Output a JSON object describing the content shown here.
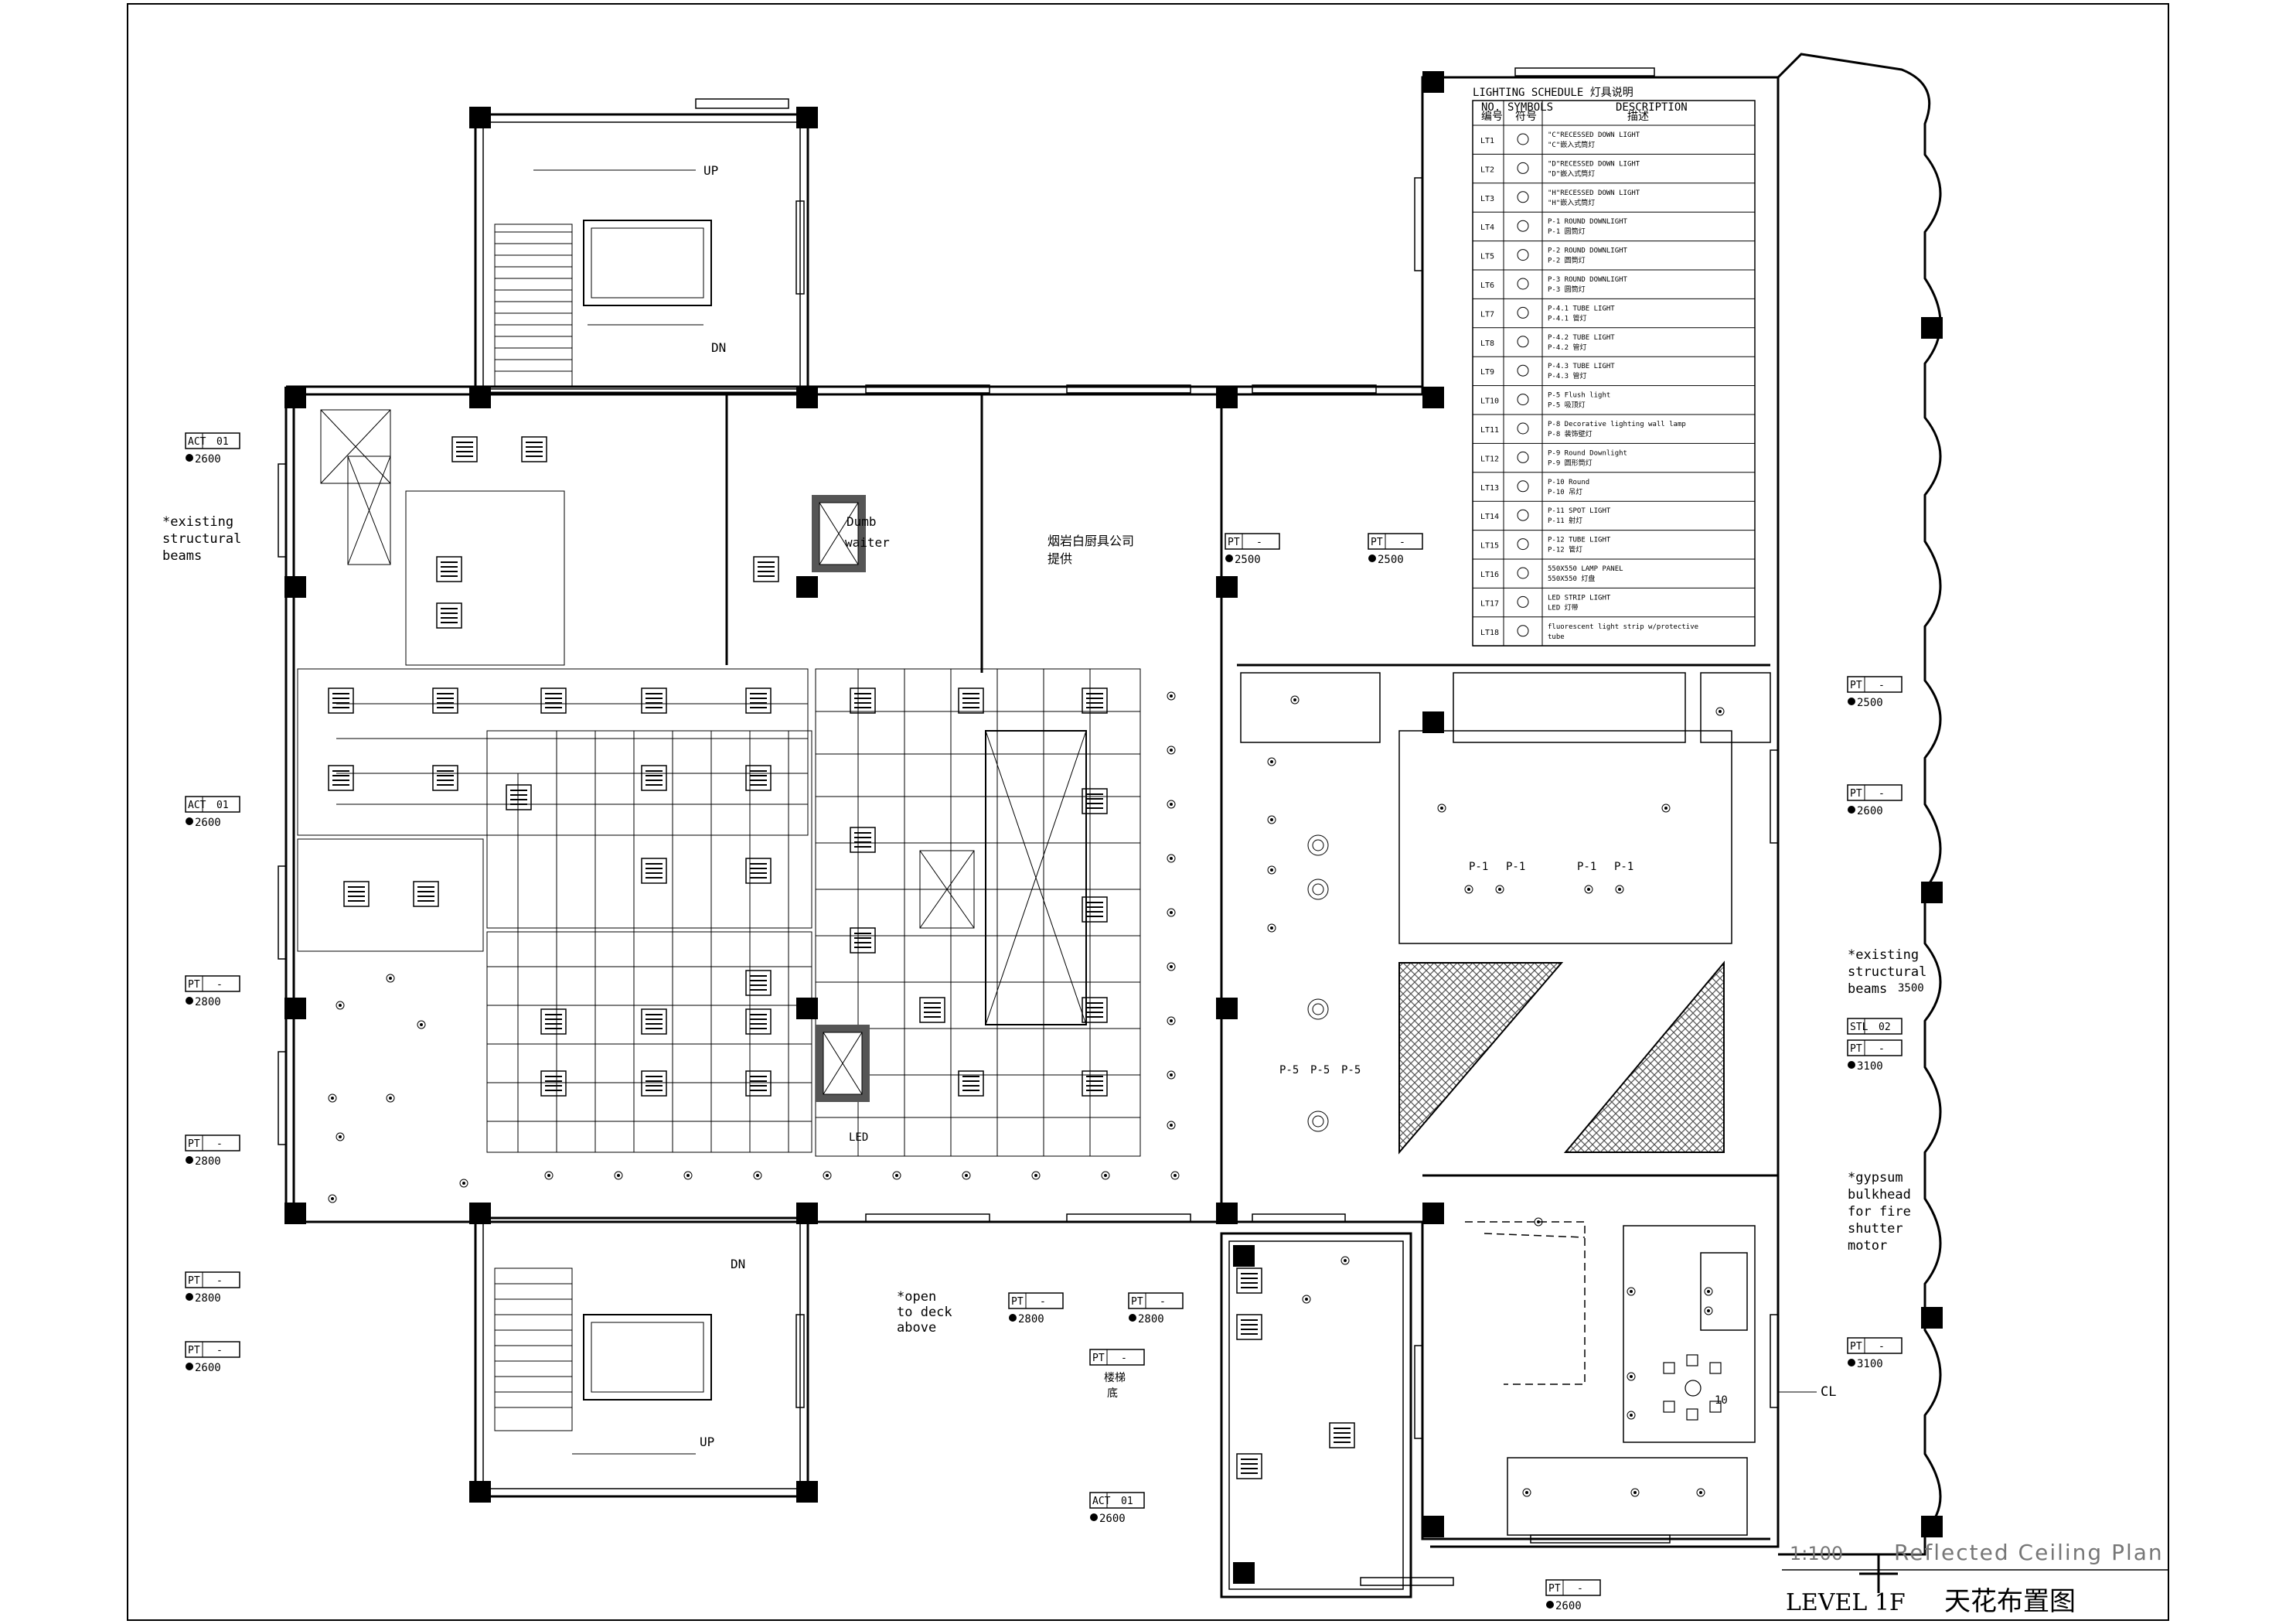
{
  "drawing": {
    "title_scale": "1:100",
    "title_en": "Reflected Ceiling Plan",
    "level": "LEVEL 1F",
    "title_cn": "天花布置图"
  },
  "stairs": {
    "up_top": "UP",
    "dn_top": "DN",
    "up_bottom": "UP",
    "dn_bottom": "DN"
  },
  "dumbwaiter": {
    "line1": "Dumb",
    "line2": "waiter"
  },
  "kitchen_note": {
    "line1": "烟岩白厨具公司",
    "line2": "提供"
  },
  "notes": {
    "beams_left": [
      "*existing",
      "structural",
      "beams"
    ],
    "beams_right": [
      "*existing",
      "structural",
      "beams"
    ],
    "deck": [
      "*open",
      "to deck",
      "above"
    ],
    "gypsum": [
      "*gypsum",
      "bulkhead",
      "for fire",
      "shutter",
      "motor"
    ],
    "cl": "CL",
    "stair_tag": [
      "楼梯",
      "底"
    ]
  },
  "tags": [
    {
      "code": "ACT",
      "num": "01",
      "height": "2600"
    },
    {
      "code": "ACT",
      "num": "01",
      "height": "2600"
    },
    {
      "code": "PT",
      "num": "-",
      "height": "2800"
    },
    {
      "code": "PT",
      "num": "-",
      "height": "2800"
    },
    {
      "code": "PT",
      "num": "-",
      "height": "2800"
    },
    {
      "code": "PT",
      "num": "-",
      "height": "2600"
    },
    {
      "code": "PT",
      "num": "-",
      "height": "2500"
    },
    {
      "code": "PT",
      "num": "-",
      "height": "2500"
    },
    {
      "code": "PT",
      "num": "-",
      "height": "2500"
    },
    {
      "code": "PT",
      "num": "-",
      "height": "2600"
    },
    {
      "code": "STL",
      "num": "02",
      "height": ""
    },
    {
      "code": "PT",
      "num": "-",
      "height": "3100"
    },
    {
      "code": "PT",
      "num": "-",
      "height": "2800"
    },
    {
      "code": "PT",
      "num": "-",
      "height": "2800"
    },
    {
      "code": "PT",
      "num": "-",
      "height": ""
    },
    {
      "code": "ACT",
      "num": "01",
      "height": "2600"
    },
    {
      "code": "PT",
      "num": "-",
      "height": "3100"
    },
    {
      "code": "PT",
      "num": "-",
      "height": "2600"
    }
  ],
  "heights_extra": {
    "right_3500": "3500"
  },
  "legend": {
    "title": "LIGHTING SCHEDULE 灯具说明",
    "head_no": "NO.",
    "head_no_cn": "编号",
    "head_symbols": "SYMBOLS",
    "head_symbols_cn": "符号",
    "head_desc": "DESCRIPTION",
    "head_desc_cn": "描述",
    "rows": [
      {
        "no": "LT1",
        "d1": "\"C\"RECESSED DOWN LIGHT",
        "d2": "\"C\"嵌入式筒灯"
      },
      {
        "no": "LT2",
        "d1": "\"D\"RECESSED DOWN LIGHT",
        "d2": "\"D\"嵌入式筒灯"
      },
      {
        "no": "LT3",
        "d1": "\"H\"RECESSED DOWN LIGHT",
        "d2": "\"H\"嵌入式筒灯"
      },
      {
        "no": "LT4",
        "d1": "P-1 ROUND DOWNLIGHT",
        "d2": "P-1 圆筒灯"
      },
      {
        "no": "LT5",
        "d1": "P-2 ROUND DOWNLIGHT",
        "d2": "P-2 圆筒灯"
      },
      {
        "no": "LT6",
        "d1": "P-3 ROUND DOWNLIGHT",
        "d2": "P-3 圆筒灯"
      },
      {
        "no": "LT7",
        "d1": "P-4.1 TUBE LIGHT",
        "d2": "P-4.1 管灯"
      },
      {
        "no": "LT8",
        "d1": "P-4.2 TUBE LIGHT",
        "d2": "P-4.2 管灯"
      },
      {
        "no": "LT9",
        "d1": "P-4.3 TUBE LIGHT",
        "d2": "P-4.3 管灯"
      },
      {
        "no": "LT10",
        "d1": "P-5 Flush light",
        "d2": "P-5 吸顶灯"
      },
      {
        "no": "LT11",
        "d1": "P-8 Decorative lighting wall lamp",
        "d2": "P-8 装饰壁灯"
      },
      {
        "no": "LT12",
        "d1": "P-9 Round Downlight",
        "d2": "P-9 圆形筒灯"
      },
      {
        "no": "LT13",
        "d1": "P-10 Round",
        "d2": "P-10 吊灯"
      },
      {
        "no": "LT14",
        "d1": "P-11 SPOT LIGHT",
        "d2": "P-11 射灯"
      },
      {
        "no": "LT15",
        "d1": "P-12 TUBE LIGHT",
        "d2": "P-12 管灯"
      },
      {
        "no": "LT16",
        "d1": "550X550 LAMP PANEL",
        "d2": "550X550 灯盘"
      },
      {
        "no": "LT17",
        "d1": "LED STRIP LIGHT",
        "d2": "LED 灯带"
      },
      {
        "no": "LT18",
        "d1": "fluorescent light strip w/protective",
        "d2": "tube"
      }
    ]
  },
  "fixture_labels": {
    "p5": "P-5",
    "p1": "P-1",
    "p10": "10",
    "led": "LED"
  },
  "colors": {
    "ink": "#000000",
    "paper": "#ffffff",
    "hatch": "#555555"
  }
}
